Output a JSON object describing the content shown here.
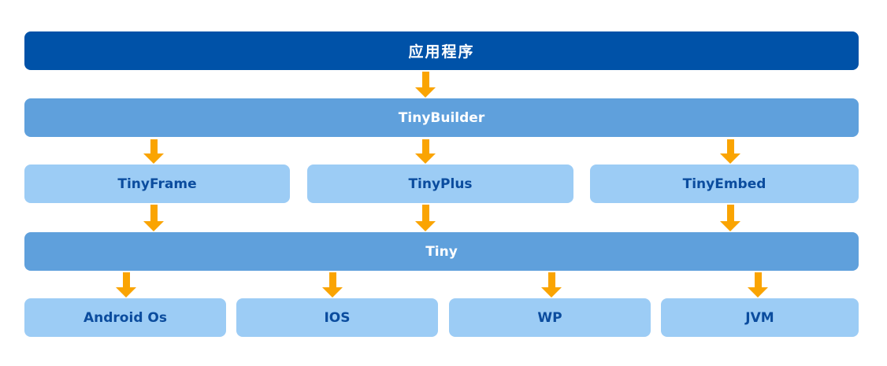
{
  "colors": {
    "dark_blue": "#0052A8",
    "medium_blue": "#5FA0DC",
    "light_blue": "#9CCCF5",
    "label_dark": "#0B4C9E",
    "arrow_orange": "#FAA402"
  },
  "diagram": {
    "row1": {
      "label": "应用程序"
    },
    "row2": {
      "label": "TinyBuilder"
    },
    "row3": {
      "items": [
        {
          "label": "TinyFrame"
        },
        {
          "label": "TinyPlus"
        },
        {
          "label": "TinyEmbed"
        }
      ]
    },
    "row4": {
      "label": "Tiny"
    },
    "row5": {
      "items": [
        {
          "label": "Android Os"
        },
        {
          "label": "IOS"
        },
        {
          "label": "WP"
        },
        {
          "label": "JVM"
        }
      ]
    }
  }
}
